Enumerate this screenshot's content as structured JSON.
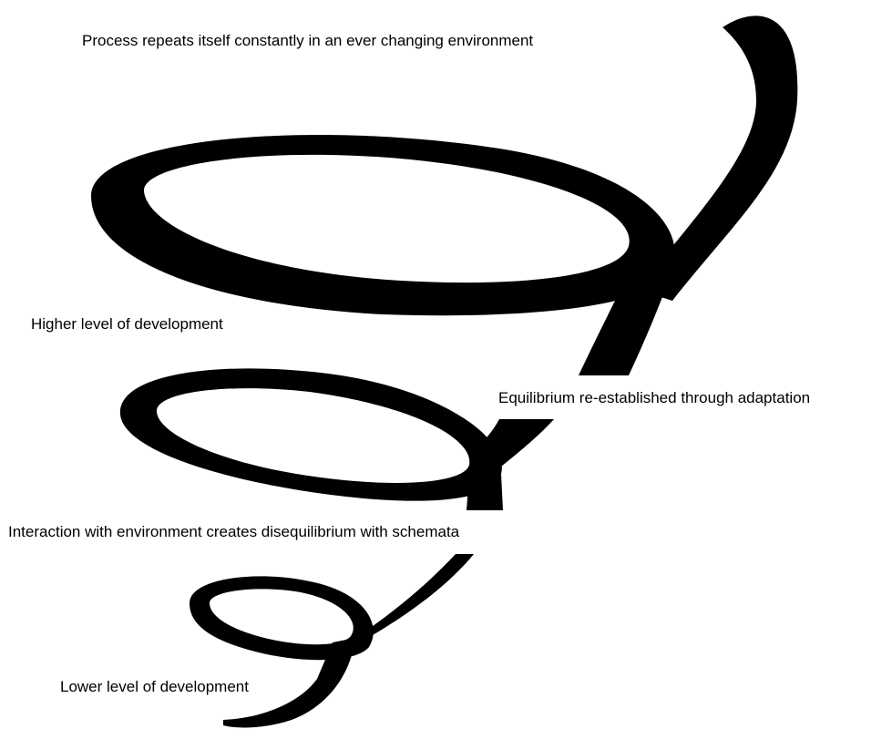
{
  "diagram": {
    "colors": {
      "spiral": "#000000",
      "background": "#ffffff",
      "text": "#000000"
    },
    "labels": {
      "process": "Process repeats itself constantly in an ever changing environment",
      "higher": "Higher level of development",
      "equilibrium": "Equilibrium re-established through adaptation",
      "interaction": "Interaction with environment creates disequilibrium with schemata",
      "lower": "Lower level of development"
    }
  }
}
